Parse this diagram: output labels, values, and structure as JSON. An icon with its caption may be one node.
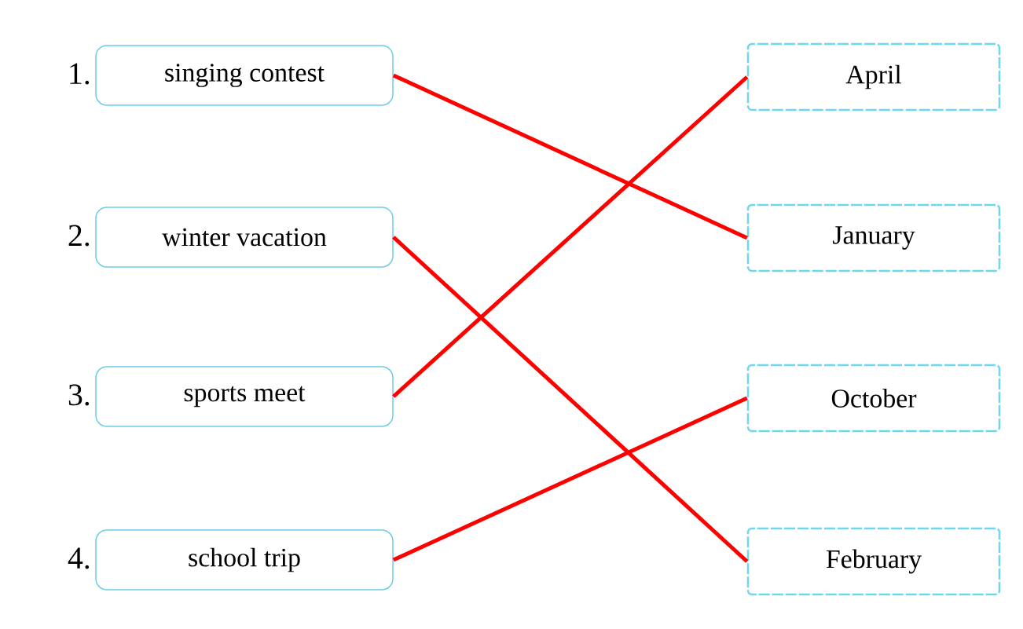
{
  "diagram": {
    "nodes": [
      {
        "text": [
          "singing contest"
        ],
        "beside": [
          "1."
        ]
      },
      {
        "text": [
          "winter vacation"
        ],
        "beside": [
          "2."
        ]
      },
      {
        "text": [
          "sports meet"
        ],
        "beside": [
          "3."
        ]
      },
      {
        "text": [
          "school trip"
        ],
        "beside": [
          "4."
        ]
      },
      {
        "text": [
          "April"
        ]
      },
      {
        "text": [
          "January"
        ]
      },
      {
        "text": [
          "October"
        ]
      },
      {
        "text": [
          "February"
        ]
      }
    ],
    "edges": [
      {
        "from": 0,
        "to": 5,
        "arrow": "none"
      },
      {
        "from": 1,
        "to": 7,
        "arrow": "none"
      },
      {
        "from": 2,
        "to": 4,
        "arrow": "none"
      },
      {
        "from": 3,
        "to": 6,
        "arrow": "none"
      }
    ]
  }
}
